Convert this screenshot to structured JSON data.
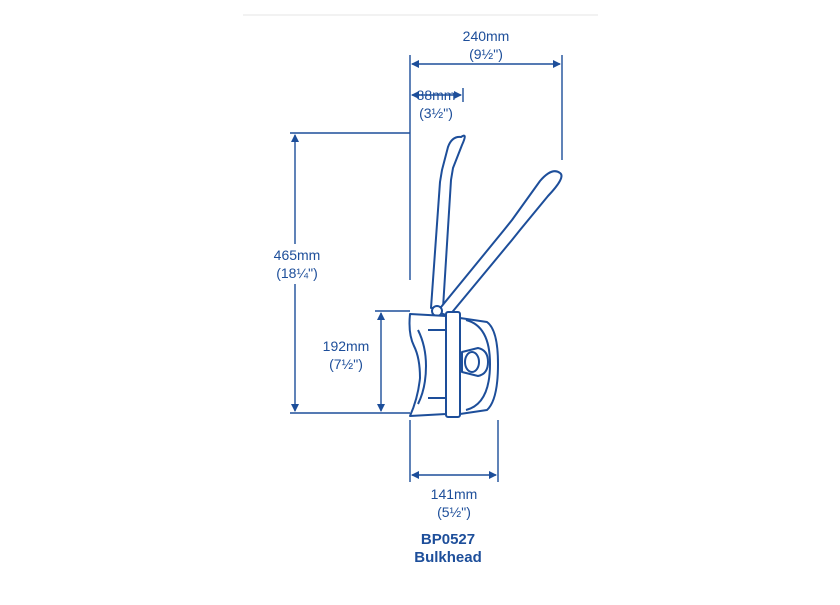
{
  "colors": {
    "ink": "#1d4e9a",
    "rule": "#e4e4e4",
    "fill": "#ffffff"
  },
  "dimensions": {
    "overall_width": {
      "metric": "240mm",
      "imperial": "(9½\")"
    },
    "handle_offset": {
      "metric": "88mm",
      "imperial": "(3½\")"
    },
    "overall_height": {
      "metric": "465mm",
      "imperial": "(18¼\")"
    },
    "body_height": {
      "metric": "192mm",
      "imperial": "(7½\")"
    },
    "body_depth": {
      "metric": "141mm",
      "imperial": "(5½\")"
    }
  },
  "caption": {
    "model": "BP0527",
    "mount": "Bulkhead"
  }
}
